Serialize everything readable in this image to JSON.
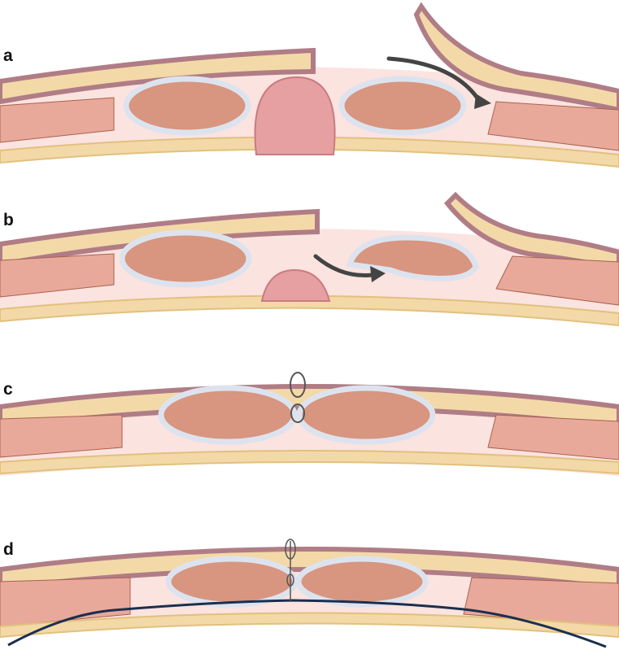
{
  "figure": {
    "panels": [
      {
        "id": "a",
        "label": "a",
        "state": "hernia with skin flap retracted; arrow shows posterior sheath release"
      },
      {
        "id": "b",
        "label": "b",
        "state": "rectus muscle advanced medially; arrow"
      },
      {
        "id": "c",
        "label": "c",
        "state": "midline closure with sutures"
      },
      {
        "id": "d",
        "label": "d",
        "state": "closure with retromuscular mesh and sutures"
      }
    ]
  },
  "colors": {
    "skin": "#b07d86",
    "fat": "#f3d9a8",
    "fat_line": "#e2c07e",
    "subcut": "#fbe3df",
    "fascia": "#dde3ee",
    "muscle": "#d8957f",
    "muscle_line": "#a9614f",
    "oblique": "#e9a99a",
    "hernia": "#e6a0a2",
    "arrow": "#444444",
    "mesh": "#1b2f4f",
    "suture": "#555555"
  }
}
